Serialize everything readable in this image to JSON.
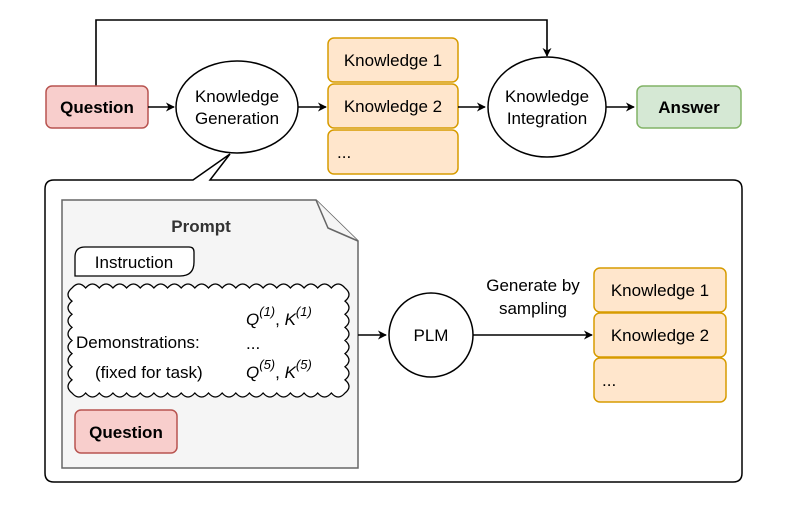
{
  "top_flow": {
    "question": "Question",
    "knowledge_generation": [
      "Knowledge",
      "Generation"
    ],
    "knowledge_items": [
      "Knowledge 1",
      "Knowledge 2",
      "..."
    ],
    "knowledge_integration": [
      "Knowledge",
      "Integration"
    ],
    "answer": "Answer"
  },
  "detail": {
    "prompt_title": "Prompt",
    "instruction": "Instruction",
    "demonstrations_label": [
      "Demonstrations:",
      "(fixed for task)"
    ],
    "demo_first": {
      "q": "Q",
      "q_sup": "(1)",
      "sep": ", ",
      "k": "K",
      "k_sup": "(1)"
    },
    "demo_ellipsis": "...",
    "demo_last": {
      "q": "Q",
      "q_sup": "(5)",
      "sep": ", ",
      "k": "K",
      "k_sup": "(5)"
    },
    "question": "Question",
    "plm": "PLM",
    "generate_label": [
      "Generate by",
      "sampling"
    ],
    "knowledge_items": [
      "Knowledge 1",
      "Knowledge 2",
      "..."
    ]
  },
  "colors": {
    "question_fill": "#f8cecc",
    "question_stroke": "#b85450",
    "knowledge_fill": "#ffe6cc",
    "knowledge_stroke": "#d79b00",
    "answer_fill": "#d5e8d4",
    "answer_stroke": "#82b366",
    "prompt_fill": "#f5f5f5",
    "prompt_stroke": "#666666"
  }
}
